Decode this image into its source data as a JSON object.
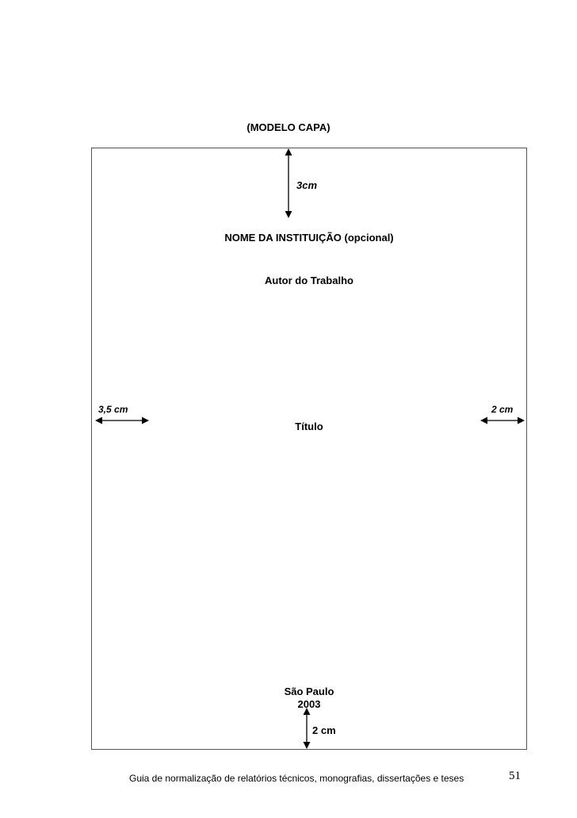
{
  "page": {
    "heading": "(MODELO CAPA)",
    "margin_top_label": "3cm",
    "institution": "NOME DA INSTITUIÇÃO (opcional)",
    "author": "Autor do Trabalho",
    "margin_left_label": "3,5 cm",
    "margin_right_label": "2 cm",
    "title": "Título",
    "city": "São Paulo",
    "year": "2003",
    "margin_bottom_label": "2 cm"
  },
  "footer": {
    "text": "Guia de normalização de relatórios técnicos, monografias, dissertações e teses",
    "page_number": "51"
  }
}
